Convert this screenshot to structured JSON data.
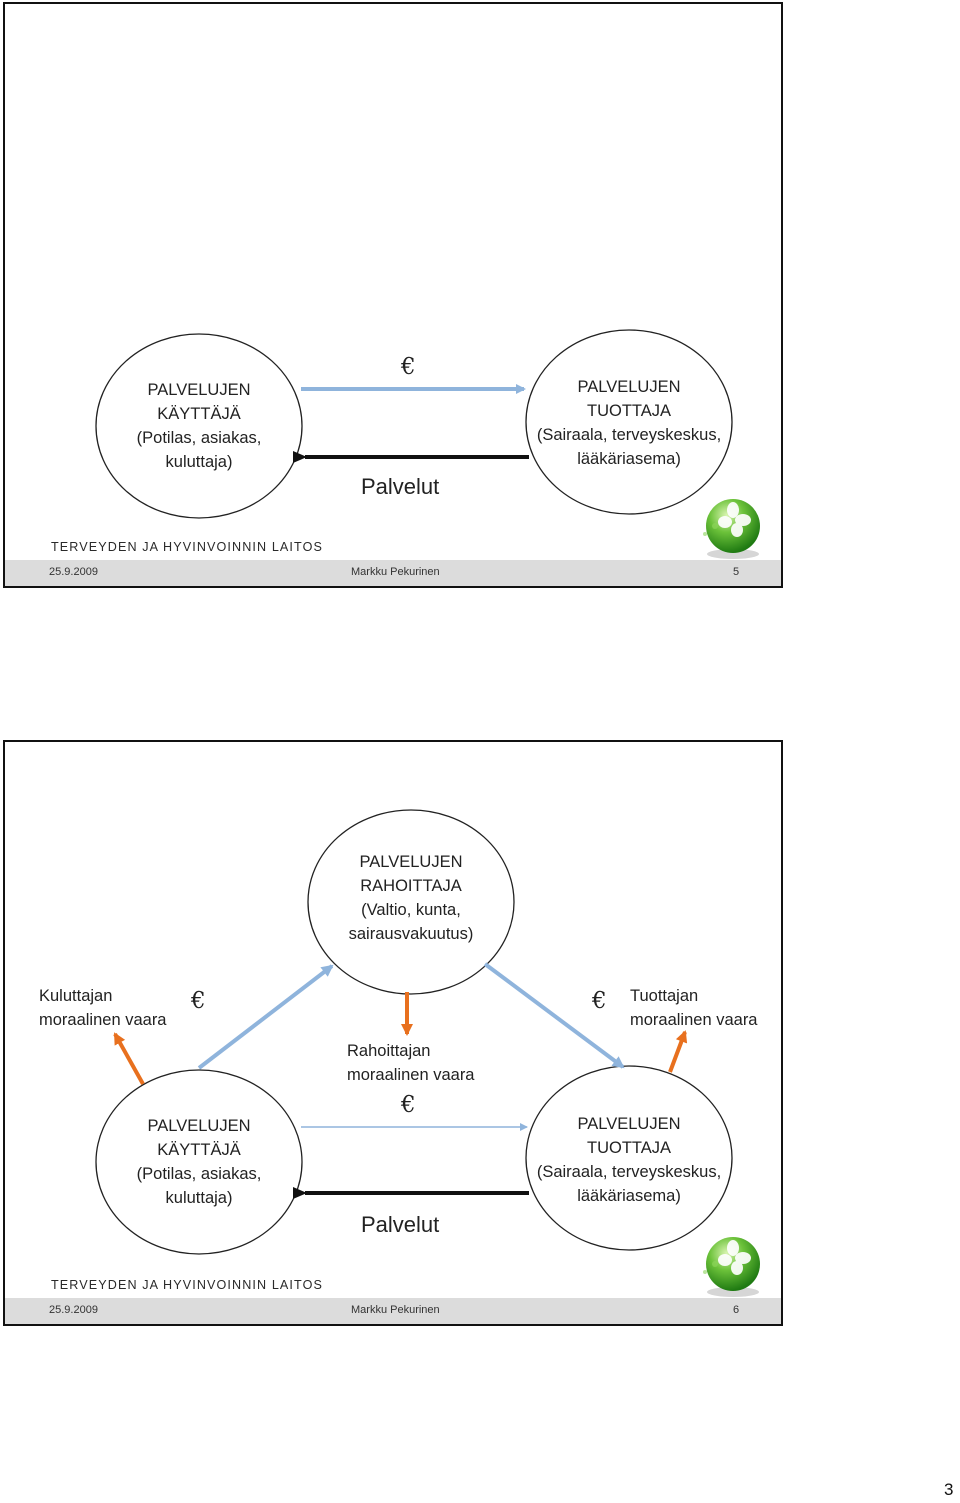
{
  "slide1": {
    "user": {
      "lines": [
        "PALVELUJEN",
        "KÄYTTÄJÄ",
        "(Potilas, asiakas,",
        "kuluttaja)"
      ]
    },
    "producer": {
      "lines": [
        "PALVELUJEN",
        "TUOTTAJA",
        "(Sairaala, terveyskeskus,",
        "lääkäriasema)"
      ]
    },
    "euro_symbol": "€",
    "services_label": "Palvelut",
    "org_name": "TERVEYDEN JA HYVINVOINNIN LAITOS",
    "footer": {
      "date": "25.9.2009",
      "author": "Markku Pekurinen",
      "slide_number": "5"
    }
  },
  "slide2": {
    "funder": {
      "lines": [
        "PALVELUJEN",
        "RAHOITTAJA",
        "(Valtio, kunta,",
        "sairausvakuutus)"
      ]
    },
    "user": {
      "lines": [
        "PALVELUJEN",
        "KÄYTTÄJÄ",
        "(Potilas, asiakas,",
        "kuluttaja)"
      ]
    },
    "producer": {
      "lines": [
        "PALVELUJEN",
        "TUOTTAJA",
        "(Sairaala, terveyskeskus,",
        "lääkäriasema)"
      ]
    },
    "consumer_hazard": [
      "Kuluttajan",
      "moraalinen vaara"
    ],
    "producer_hazard": [
      "Tuottajan",
      "moraalinen vaara"
    ],
    "funder_hazard": [
      "Rahoittajan",
      "moraalinen vaara"
    ],
    "euro_symbol": "€",
    "services_label": "Palvelut",
    "org_name": "TERVEYDEN JA HYVINVOINNIN LAITOS",
    "footer": {
      "date": "25.9.2009",
      "author": "Markku Pekurinen",
      "slide_number": "6"
    }
  },
  "colors": {
    "money_arrow": "#8fb4dc",
    "service_arrow": "#111111",
    "hazard_arrow": "#e8701e",
    "footer_bar": "#dcdcdc"
  },
  "icons": {
    "logo": "green-sphere-clover-icon"
  },
  "page_number": "3"
}
